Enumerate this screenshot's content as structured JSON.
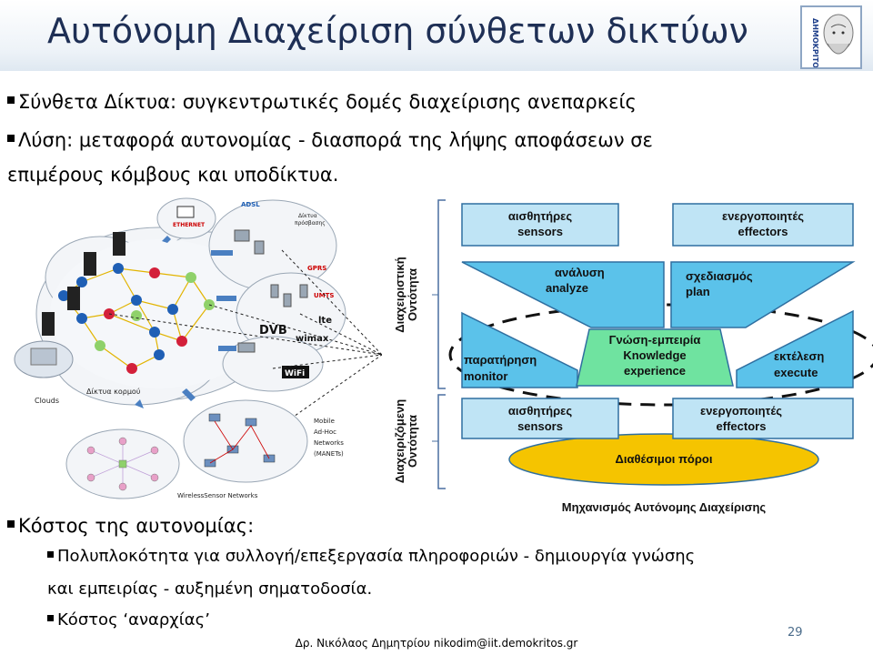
{
  "slide": {
    "title": "Αυτόνομη Διαχείριση σύνθετων δικτύων",
    "logo_text": "ΔΗΜΟΚΡΙΤΟΣ",
    "bullets": [
      "Σύνθετα Δίκτυα:  συγκεντρωτικές δομές διαχείρισης ανεπαρκείς",
      "Λύση: μεταφορά αυτονομίας - διασπορά της λήψης αποφάσεων  σε",
      "επιμέρους κόμβους και υποδίκτυα."
    ],
    "cost_heading": "Κόστος της αυτονομίας:",
    "cost_items": [
      "Πολυπλοκότητα για συλλογή/επεξεργασία πληροφοριών  - δημιουργία γνώσης",
      "και εμπειρίας - αυξημένη σηματοδοσία.",
      "Κόστος ‘αναρχίας’"
    ],
    "footer": "Δρ. Νικόλαος Δημητρίου nikodim@iit.demokritos.gr",
    "page_number": "29"
  },
  "network": {
    "labels": {
      "ethernet": "ETHERNET",
      "adsl": "ADSL",
      "access": "Δίκτυα",
      "access2": "πρόσβασης",
      "gprs": "GPRS",
      "umts": "UMTS",
      "dvb": "DVB",
      "lte": "lte",
      "wimax": "wimax",
      "wifi": "WiFi",
      "clouds": "Clouds",
      "core": "Δίκτυα κορμού",
      "manet1": "Mobile",
      "manet2": "Ad-Hoc",
      "manet3": "Networks",
      "manet4": "(MANETs)",
      "wsn": "WirelessSensor Networks"
    }
  },
  "diagram": {
    "top_sensors": [
      "αισθητήρες",
      "sensors"
    ],
    "top_effectors": [
      "ενεργοποιητές",
      "effectors"
    ],
    "analyze": [
      "ανάλυση",
      "analyze"
    ],
    "plan": [
      "σχεδιασμός",
      "plan"
    ],
    "monitor": [
      "παρατήρηση",
      "monitor"
    ],
    "execute": [
      "εκτέλεση",
      "execute"
    ],
    "knowledge": [
      "Γνώση-εμπειρία",
      "Knowledge",
      "experience"
    ],
    "bottom_sensors": [
      "αισθητήρες",
      "sensors"
    ],
    "bottom_effectors": [
      "ενεργοποιητές",
      "effectors"
    ],
    "resources": "Διαθέσιμοι πόροι",
    "managing_entity": [
      "Διαχειριστική",
      "Οντότητα"
    ],
    "managed_entity": [
      "Διαχειριζόμενη",
      "Οντότητα"
    ],
    "caption": "Μηχανισμός Αυτόνομης Διαχείρισης"
  },
  "colors": {
    "title": "#1e2f55",
    "box_fill": "#bfe4f5",
    "box_stroke": "#2f6fa0",
    "blue_shape": "#5bc2ea",
    "knowledge": "#6fe3a0",
    "resources": "#f5c400",
    "node_blue": "#1f5fb5",
    "node_red": "#d3203a",
    "node_green": "#8fd16a"
  }
}
